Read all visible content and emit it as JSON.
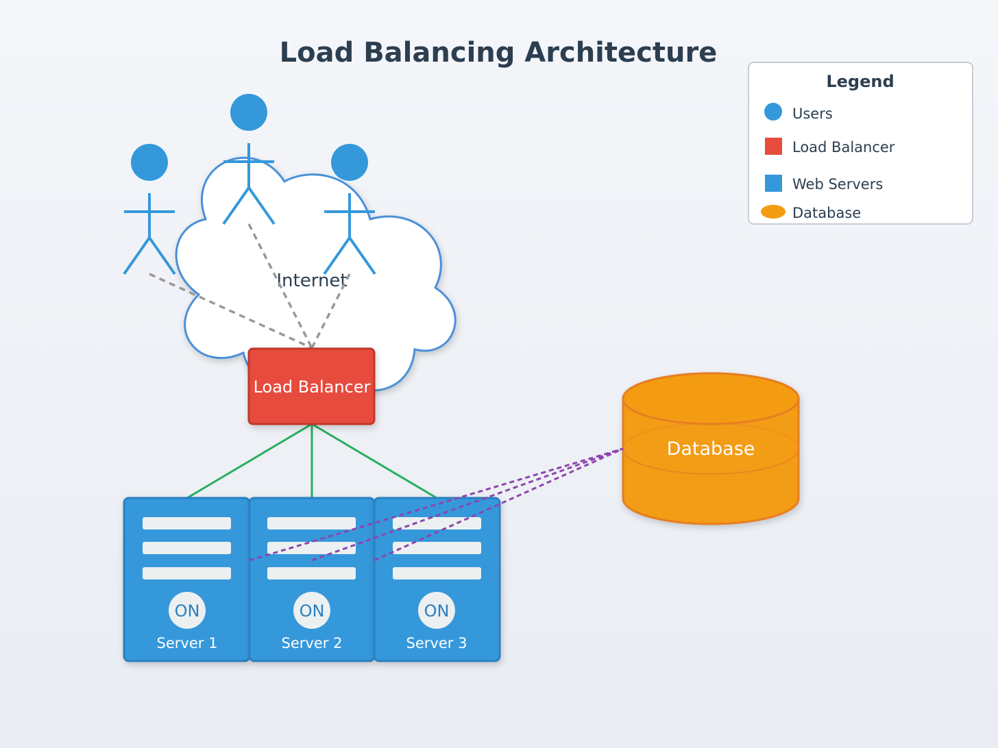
{
  "title": "Load Balancing Architecture",
  "cloud_label": "Internet",
  "load_balancer_label": "Load Balancer",
  "database_label": "Database",
  "servers": [
    {
      "name": "Server 1",
      "status": "ON"
    },
    {
      "name": "Server 2",
      "status": "ON"
    },
    {
      "name": "Server 3",
      "status": "ON"
    }
  ],
  "legend": {
    "title": "Legend",
    "items": [
      {
        "label": "Users",
        "shape": "circle",
        "color": "#3498db"
      },
      {
        "label": "Load Balancer",
        "shape": "square",
        "color": "#e74c3c"
      },
      {
        "label": "Web Servers",
        "shape": "square",
        "color": "#3498db"
      },
      {
        "label": "Database",
        "shape": "ellipse",
        "color": "#f39c12"
      }
    ]
  },
  "colors": {
    "title": "#2c3e50",
    "user": "#3498db",
    "load_balancer": "#e74c3c",
    "server": "#3498db",
    "database": "#f39c12",
    "user_link": "#999999",
    "server_link": "#27ae60",
    "db_link": "#8e44ad"
  }
}
